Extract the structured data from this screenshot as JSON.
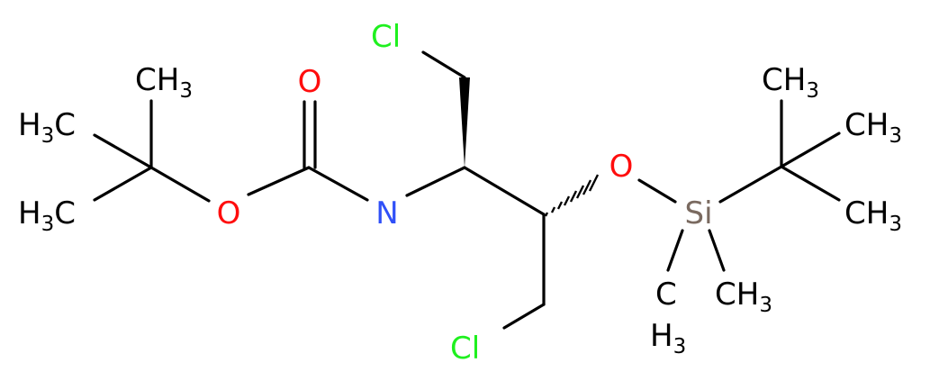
{
  "colors": {
    "bond": "#000000",
    "carbon": "#000000",
    "oxygen": "#ff0d0d",
    "nitrogen": "#3050f8",
    "chlorine": "#1ff01f",
    "silicon": "#7a6a60"
  },
  "atoms": {
    "o_carbonyl": "O",
    "o_ester": "O",
    "o_silyl": "O",
    "n_amide": "N",
    "cl_top": "Cl",
    "cl_bottom": "Cl",
    "si": "Si",
    "h3": "H",
    "ch3_main": "CH",
    "sub3": "3"
  }
}
